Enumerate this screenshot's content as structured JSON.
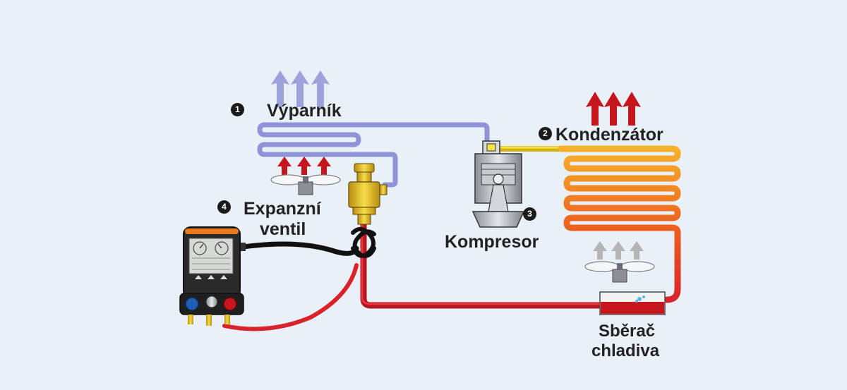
{
  "labels": {
    "evaporator": "Výparník",
    "condenser": "Kondenzátor",
    "compressor": "Kompresor",
    "expansion_line1": "Expanzní",
    "expansion_line2": "ventil",
    "receiver_line1": "Sběrač",
    "receiver_line2": "chladiva"
  },
  "step_numbers": {
    "evaporator": "1",
    "condenser": "2",
    "compressor": "3",
    "expansion": "4"
  },
  "colors": {
    "background": "#eaf0f7",
    "evaporator_line": "#8f93d8",
    "evaporator_arrows": "#8f93d8",
    "hot_gas_line": "#f4d21a",
    "condenser_top": "#f5a623",
    "condenser_bottom": "#d8232a",
    "liquid_line": "#cc1f2b",
    "warm_arrows": "#c4161c",
    "cool_arrows": "#a9a9a9",
    "valve_brass": "#e8c020",
    "gauge_body": "#2a2a2a",
    "gauge_accent": "#e87a1d",
    "hose_black": "#111111",
    "hose_red": "#d8232a"
  },
  "icons": [
    "fan-icon",
    "compressor-piston-icon",
    "expansion-valve-icon",
    "digital-manifold-gauge-icon",
    "receiver-tank-icon",
    "heat-arrow-icon"
  ]
}
